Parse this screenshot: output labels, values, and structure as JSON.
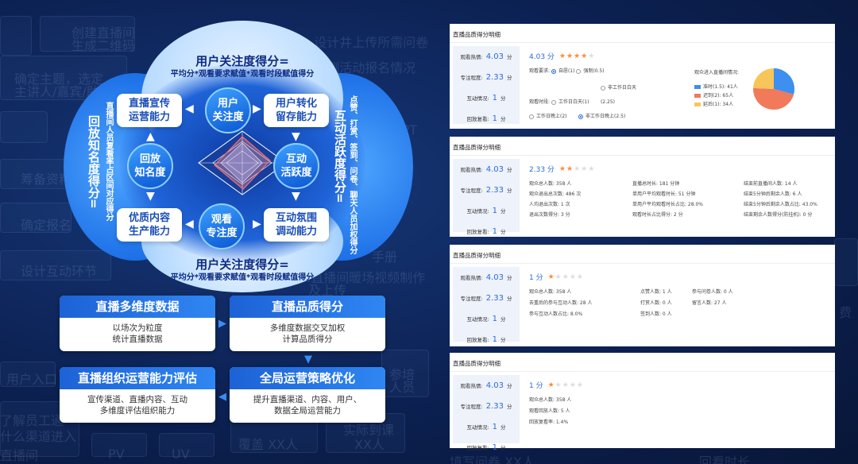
{
  "background_texts": [
    "创建直播间",
    "生成二维码",
    "1.设计井上传所需问卷",
    "2.监测活动报名情况",
    "确定主题，选定",
    "主讲人/嘉宾/助教",
    "筹备资料",
    "确定报名",
    "设计互动环节",
    "用户入口",
    "了解员工通",
    "什么渠道进入",
    "直播间",
    "PV",
    "UV",
    "覆盖 XX人",
    "实际到课",
    "XX人",
    "填写问卷 XX人",
    "回看时长",
    "3.直播间暖场视频制作",
    "及上传",
    "宾PPT",
    "手册",
    "参培",
    "人员",
    "费"
  ],
  "diagram": {
    "top_title": "用户关注度得分=",
    "top_formula": "平均分*观看要求赋值*观看时段赋值得分",
    "bottom_title": "用户关注度得分=",
    "bottom_formula": "平均分*观看要求赋值*观看时段赋值得分",
    "left_title": "回放知名度得分=",
    "left_sub": "直播间人员复看率占区间对应得分",
    "right_title": "互动活跃度得分=",
    "right_sub": "点赞、打赏、签到、问卷、聊天人员加权得分",
    "nodes": {
      "tl": "直播宣传\n运营能力",
      "tr": "用户转化\n留存能力",
      "bl": "优质内容\n生产能力",
      "br": "互动氛围\n调动能力"
    },
    "circles": {
      "top": "用户\n关注度",
      "left": "回放\n知名度",
      "right": "互动\n活跃度",
      "bottom": "观看\n专注度"
    }
  },
  "cards": [
    {
      "title": "直播多维度数据",
      "body": "以场次为粒度\n统计直播数据"
    },
    {
      "title": "直播品质得分",
      "body": "多维度数据交叉加权\n计算品质得分"
    },
    {
      "title": "直播组织运营能力评估",
      "body": "宣传渠道、直播内容、互动\n多维度评估组织能力"
    },
    {
      "title": "全局运营策略优化",
      "body": "提升直播渠道、内容、用户、\n数据全局运营能力"
    }
  ],
  "panel_common": {
    "title": "直播品质得分明细",
    "labels": [
      "观看热情:",
      "专注程度:",
      "互动情况:",
      "回放复看:"
    ],
    "unit": "分"
  },
  "panels": [
    {
      "scores": [
        "4.03",
        "2.33",
        "1",
        "1"
      ],
      "header_score": "4.03 分",
      "stars": 4,
      "watch_req_label": "观看要求:",
      "watch_req": [
        {
          "text": "自愿(1)",
          "on": true
        },
        {
          "text": "强制(0.5)",
          "on": false
        }
      ],
      "watch_time_label": "观看时段:",
      "watch_time": [
        {
          "text": "工作日白天(1)",
          "on": false
        },
        {
          "text": "非工作日白天(2.25)",
          "on": false
        },
        {
          "text": "工作日晚上(2)",
          "on": false
        },
        {
          "text": "非工作日晚上(2.5)",
          "on": true
        }
      ],
      "pie_title": "观众进入直播间情况:",
      "pie_legend": [
        {
          "label": "准时(1.5): 41人",
          "value": 41,
          "color": "#3d8ff0"
        },
        {
          "label": "迟到(2): 65人",
          "value": 65,
          "color": "#f07a5a"
        },
        {
          "label": "延后(1): 34人",
          "value": 34,
          "color": "#f7c65a"
        }
      ]
    },
    {
      "scores": [
        "4.03",
        "2.33",
        "1",
        "1"
      ],
      "header_score": "2.33 分",
      "stars": 2,
      "stats": [
        "观众总人数: 358 人",
        "直播总时长: 181 分钟",
        "结束前直播间人数: 14 人",
        "观众退出总次数: 486 次",
        "单用户平均观看时长: 51 分钟",
        "结束5分钟后剩余人数: 6 人",
        "人均退出次数: 1 次",
        "单用户平均观看时长占比: 28.0%",
        "结束5分钟后剩余人数占比: 43.0%",
        "退出次数得分: 3 分",
        "观看时长占比得分: 2 分",
        "结束剩余人数得分(防挂机): 0 分"
      ]
    },
    {
      "scores": [
        "4.03",
        "2.33",
        "1",
        "1"
      ],
      "header_score": "1 分",
      "stars": 1,
      "stats": [
        "观众总人数: 358 人",
        "点赞人数: 1 人",
        "参与问卷人数: 0 人",
        "去重后的参与互动人数: 28 人",
        "打赏人数: 0 人",
        "留言人数: 27 人",
        "参与互动人数占比: 8.0%",
        "签到人数: 0 人"
      ]
    },
    {
      "scores": [
        "4.03",
        "2.33",
        "1",
        "1"
      ],
      "header_score": "1 分",
      "stars": 1,
      "stats": [
        "观众总人数: 358 人",
        "观看回放人数: 5 人",
        "回放复看率: 1.4%"
      ]
    }
  ]
}
